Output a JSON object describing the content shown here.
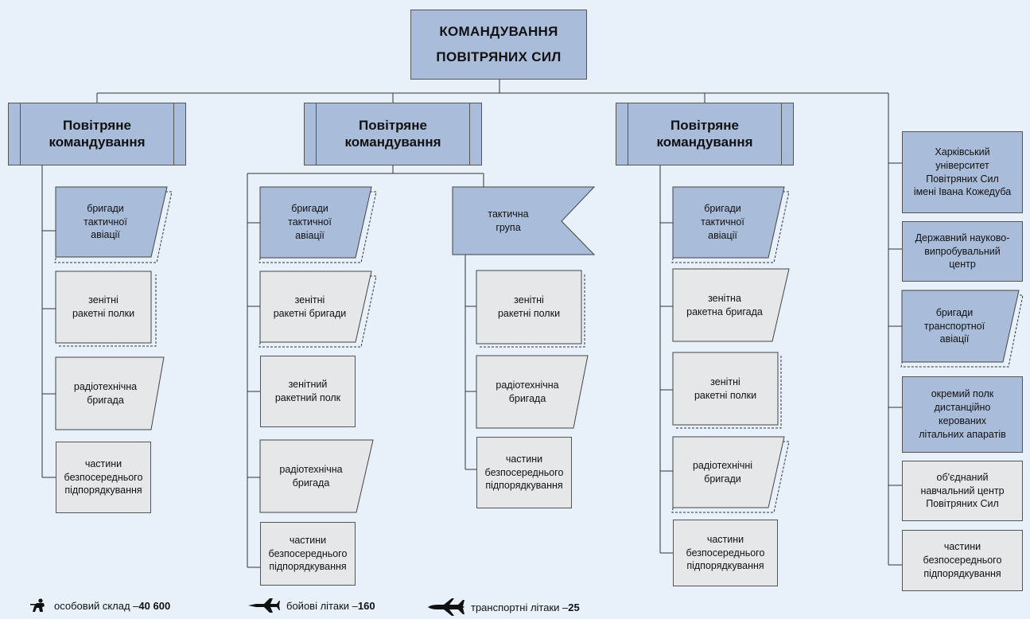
{
  "top": "КОМАНДУВАННЯ\nПОВІТРЯНИХ СИЛ",
  "commands": [
    "Повітряне\nкомандування",
    "Повітряне\nкомандування",
    "Повітряне\nкомандування"
  ],
  "col1": [
    "бригади\nтактичної\nавіації",
    "зенітні\nракетні полки",
    "радіотехнічна\nбригада",
    "частини\nбезпосереднього\nпідпорядкування"
  ],
  "col2": [
    "бригади\nтактичної\nавіації",
    "зенітні\nракетні бригади",
    "зенітний\nракетний полк",
    "радіотехнічна\nбригада",
    "частини\nбезпосереднього\nпідпорядкування"
  ],
  "tactical_group": "тактична\nгрупа",
  "col3": [
    "зенітні\nракетні полки",
    "радіотехнічна\nбригада",
    "частини\nбезпосереднього\nпідпорядкування"
  ],
  "col4": [
    "бригади\nтактичної\nавіації",
    "зенітна\nракетна бригада",
    "зенітні\nракетні полки",
    "радіотехнічні\nбригади",
    "частини\nбезпосереднього\nпідпорядкування"
  ],
  "col5": [
    "Харківський\nуніверситет\nПовітряних Сил\nімені Івана Кожедуба",
    "Державний науково-\nвипробувальний\nцентр",
    "бригади\nтранспортної\nавіації",
    "окремий полк\nдистанційно\nкерованих\nлітальних апаратів",
    "об'єднаний\nнавчальний центр\nПовітряних Сил",
    "частини\nбезпосереднього\nпідпорядкування"
  ],
  "legend": {
    "personnel_label": "особовий склад – ",
    "personnel_value": "40 600",
    "combat_label": "бойові літаки – ",
    "combat_value": "160",
    "transport_label": "транспортні літаки – ",
    "transport_value": "25"
  },
  "icons": [
    "soldier-icon",
    "fighter-jet-icon",
    "transport-plane-icon"
  ],
  "colors": {
    "background": "#e8f1f9",
    "blue_box": "#a9bddb",
    "grey_box": "#e6e7e9",
    "line": "#333333"
  }
}
